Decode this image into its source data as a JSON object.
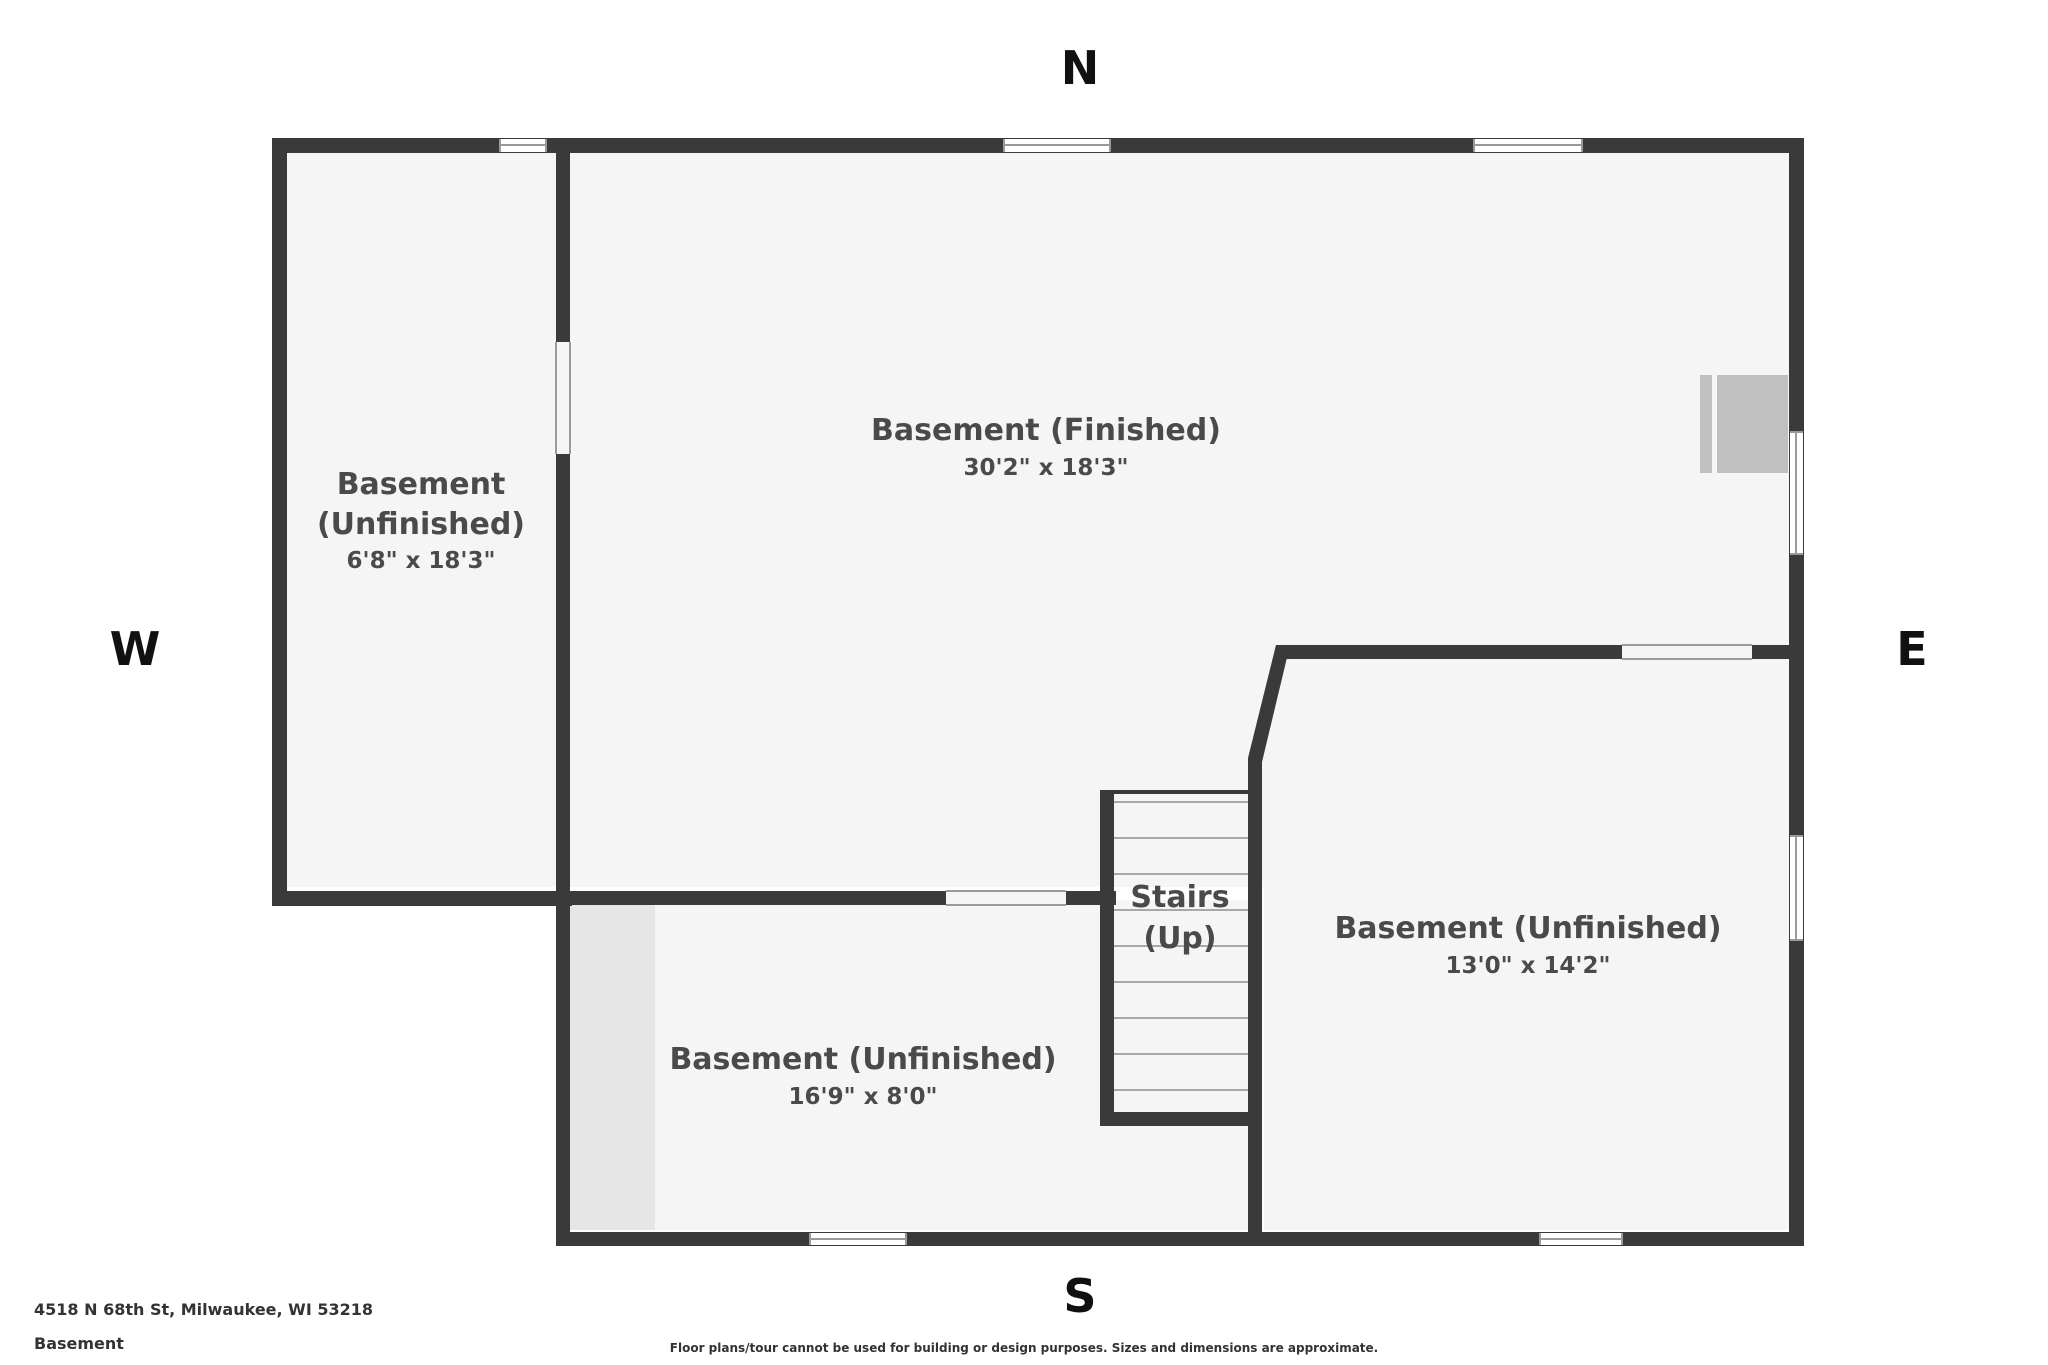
{
  "compass": {
    "north": "N",
    "south": "S",
    "east": "E",
    "west": "W"
  },
  "rooms": {
    "finished": {
      "name": "Basement (Finished)",
      "dims": "30'2\" x 18'3\""
    },
    "west": {
      "name_line1": "Basement",
      "name_line2": "(Unfinished)",
      "dims": "6'8\" x 18'3\""
    },
    "east": {
      "name": "Basement (Unfinished)",
      "dims": "13'0\" x 14'2\""
    },
    "south": {
      "name": "Basement (Unfinished)",
      "dims": "16'9\" x 8'0\""
    },
    "stairs": {
      "name_line1": "Stairs",
      "name_line2": "(Up)"
    }
  },
  "footer": {
    "address": "4518 N 68th St, Milwaukee, WI 53218",
    "level": "Basement",
    "disclaimer": "Floor plans/tour cannot be used for building or design purposes. Sizes and dimensions are approximate."
  },
  "colors": {
    "wall": "#3a3a3a",
    "room": "#f5f5f5",
    "fixture": "#c0c0c0",
    "shaded": "#e6e6e6"
  }
}
